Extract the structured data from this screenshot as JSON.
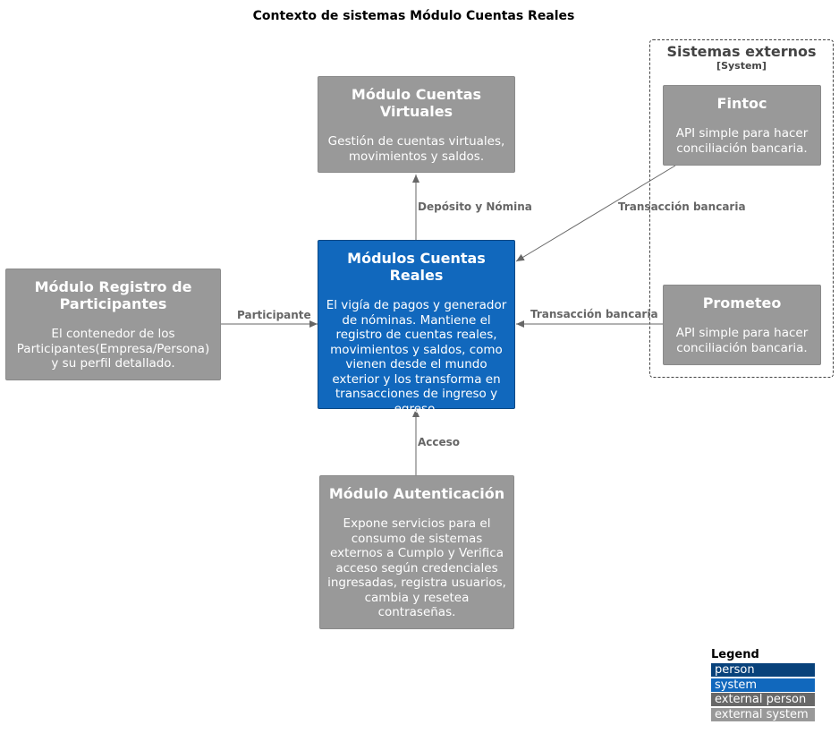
{
  "title": "Contexto de sistemas Módulo Cuentas Reales",
  "boundary": {
    "title": "Sistemas externos",
    "subtitle": "[System]"
  },
  "nodes": {
    "virtuales": {
      "title": "Módulo Cuentas Virtuales",
      "description": "Gestión de cuentas virtuales, movimientos y saldos."
    },
    "reales": {
      "title": "Módulos Cuentas Reales",
      "description": "El vigía de pagos y generador de nóminas. Mantiene el registro de cuentas reales, movimientos y saldos, como vienen desde el mundo exterior y los transforma en transacciones de ingreso y egreso."
    },
    "registro": {
      "title": "Módulo Registro de Participantes",
      "description": "El contenedor de los Participantes(Empresa/Persona) y su perfil detallado."
    },
    "autenticacion": {
      "title": "Módulo Autenticación",
      "description": "Expone servicios para el consumo de sistemas externos a Cumplo y Verifica acceso según credenciales ingresadas, registra usuarios, cambia y resetea contraseñas."
    },
    "fintoc": {
      "title": "Fintoc",
      "description": "API simple para hacer conciliación bancaria."
    },
    "prometeo": {
      "title": "Prometeo",
      "description": "API simple para hacer conciliación bancaria."
    }
  },
  "relations": {
    "deposito": "Depósito y Nómina",
    "fintoc": "Transacción bancaria",
    "prometeo": "Transacción bancaria",
    "participante": "Participante",
    "acceso": "Acceso"
  },
  "legend": {
    "title": "Legend",
    "items": [
      {
        "label": "person",
        "color": "#08427b"
      },
      {
        "label": "system",
        "color": "#1168bd"
      },
      {
        "label": "external person",
        "color": "#686868"
      },
      {
        "label": "external system",
        "color": "#999999"
      }
    ]
  }
}
